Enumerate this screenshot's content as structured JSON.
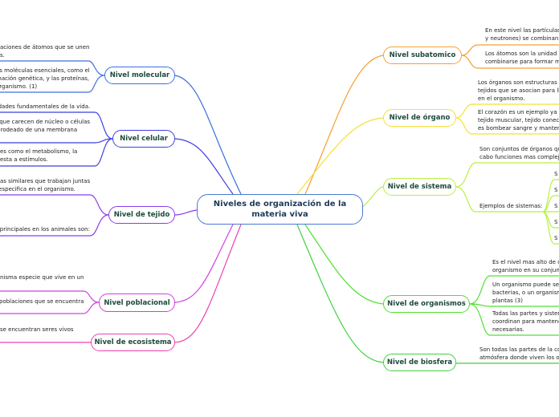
{
  "central_topic": {
    "line1": "Niveles de organización de la",
    "line2": "materia viva",
    "border_color": "#4a7bd0"
  },
  "left_branches": [
    {
      "label": "Nivel molecular",
      "color": "#3d6fe0",
      "items": [
        {
          "lines": [
            "aciones de átomos que se unen",
            "s."
          ]
        },
        {
          "lines": [
            "as moléculas esenciales, como el",
            "mación genética, y las proteínas,",
            "organismo. (1)"
          ]
        }
      ]
    },
    {
      "label": "Nivel celular",
      "color": "#3f3fe0",
      "items": [
        {
          "lines": [
            "n las unidades fundamentales de la vida."
          ]
        },
        {
          "lines": [
            "riotas, que carecen de núcleo o células",
            "núcleo rodeado de una membrana"
          ]
        },
        {
          "lines": [
            "es como el metabolismo, la",
            "esta a estímulos."
          ]
        }
      ]
    },
    {
      "label": "Nivel de tejido",
      "color": "#8a3cf0",
      "items": [
        {
          "lines": [
            "e células similares que trabajan juntas",
            "ncion especifica en el organismo."
          ]
        },
        {
          "lines": [
            "ejidos principales en los animales son:"
          ]
        }
      ]
    },
    {
      "label": "Nivel poblacional",
      "color": "#d040e0",
      "items": [
        {
          "lines": [
            "nisma especie que vive en un"
          ]
        },
        {
          "lines": [
            " poblaciones que se encuentra"
          ]
        }
      ]
    },
    {
      "label": "Nivel de ecosistema",
      "color": "#f040b0",
      "items": [
        {
          "lines": [
            "se encuentran seres vivos"
          ]
        }
      ]
    }
  ],
  "right_branches": [
    {
      "label": "Nivel subatomico",
      "color": "#f5a030",
      "items": [
        {
          "lines": [
            "En este nivel las partículas subat",
            "y neutrones) se combinan para f"
          ]
        },
        {
          "lines": [
            "Los átomos son la unidad básica",
            "combinarse para formar molécul"
          ]
        }
      ]
    },
    {
      "label": "Nivel de órgano",
      "color": "#f5e030",
      "items": [
        {
          "lines": [
            "Los órganos son estructuras compu",
            "tejidos que se asocian para llevar a c",
            "en el organismo."
          ]
        },
        {
          "lines": [
            "El corazón es un ejemplo ya que es",
            "tejido muscular, tejido conectivo y te",
            "es bombear sangre y mantener la ci"
          ]
        }
      ]
    },
    {
      "label": "Nivel de sistema",
      "color": "#b8f040",
      "items": [
        {
          "lines": [
            "Son conjuntos de órganos que trab",
            "cabo funciones mas complejas y co"
          ]
        },
        {
          "lines": [
            "Ejemplos de sistemas:"
          ],
          "subitems": [
            "S",
            "S",
            "S",
            "S",
            "S"
          ]
        }
      ]
    },
    {
      "label": "Nivel de organismos",
      "color": "#50e030",
      "items": [
        {
          "lines": [
            "Es el nivel mas alto de organi",
            "organismo en su conjunto."
          ]
        },
        {
          "lines": [
            "Un organismo puede ser una",
            "bacterias, o un organismo mu",
            "plantas (3)"
          ]
        },
        {
          "lines": [
            "Todas las partes y sistemas d",
            "coordinan para mantener la v",
            "necesarias."
          ]
        }
      ]
    },
    {
      "label": "Nivel de biosfera",
      "color": "#40d040",
      "items": [
        {
          "lines": [
            "Son todas las partes de la corteza t",
            "atmósfera donde viven los organis"
          ]
        }
      ]
    }
  ]
}
